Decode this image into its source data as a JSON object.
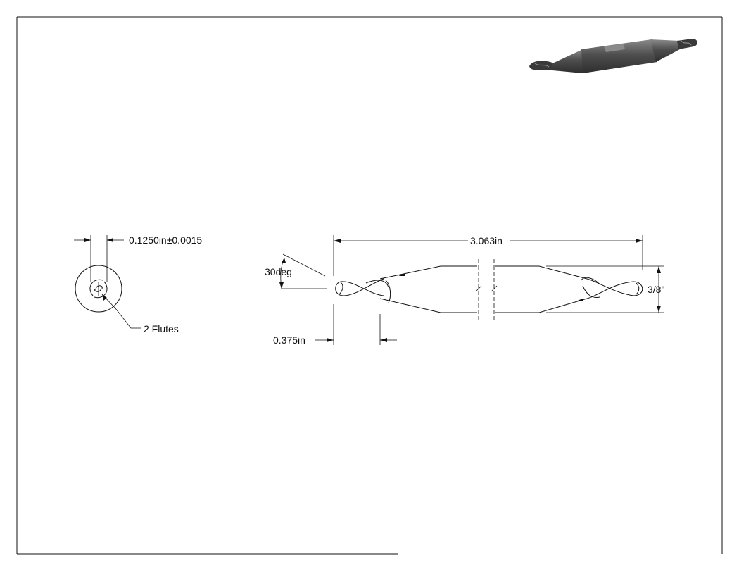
{
  "drawing": {
    "end_view": {
      "diameter_label": "0.1250in±0.0015",
      "flutes_label": "2 Flutes"
    },
    "side_view": {
      "overall_length_label": "3.063in",
      "angle_label": "30deg",
      "tip_length_label": "0.375in",
      "shank_diameter_label": "3/8\""
    }
  },
  "colors": {
    "line": "#111111",
    "render_dark": "#3a3a3a",
    "render_mid": "#5c5c5c",
    "render_light": "#8a8a8a",
    "background": "#ffffff"
  },
  "icons": [
    "center-drill-3d-render"
  ]
}
